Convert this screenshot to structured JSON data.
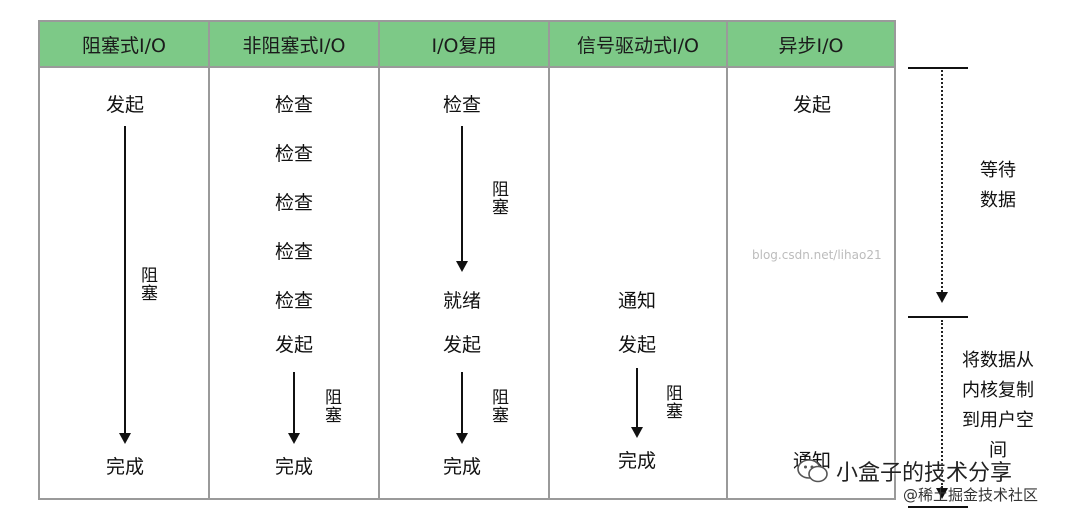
{
  "columns": [
    {
      "header": "阻塞式I/O",
      "steps": {
        "initiate": "发起",
        "complete": "完成"
      },
      "block_label": "阻塞"
    },
    {
      "header": "非阻塞式I/O",
      "checks": [
        "检查",
        "检查",
        "检查",
        "检查",
        "检查"
      ],
      "steps": {
        "initiate": "发起",
        "complete": "完成"
      },
      "block_label": "阻塞"
    },
    {
      "header": "I/O复用",
      "steps": {
        "check": "检查",
        "ready": "就绪",
        "initiate": "发起",
        "complete": "完成"
      },
      "block_label_top": "阻塞",
      "block_label": "阻塞"
    },
    {
      "header": "信号驱动式I/O",
      "steps": {
        "notify": "通知",
        "initiate": "发起",
        "complete": "完成"
      },
      "block_label": "阻塞"
    },
    {
      "header": "异步I/O",
      "steps": {
        "initiate": "发起",
        "notify": "通知"
      },
      "watermark": "blog.csdn.net/lihao21"
    }
  ],
  "side": {
    "phase1": "等待\n数据",
    "phase2": "将数据从\n内核复制\n到用户空\n间"
  },
  "branding": {
    "wechat": "小盒子的技术分享",
    "juejin": "@稀土掘金技术社区"
  }
}
